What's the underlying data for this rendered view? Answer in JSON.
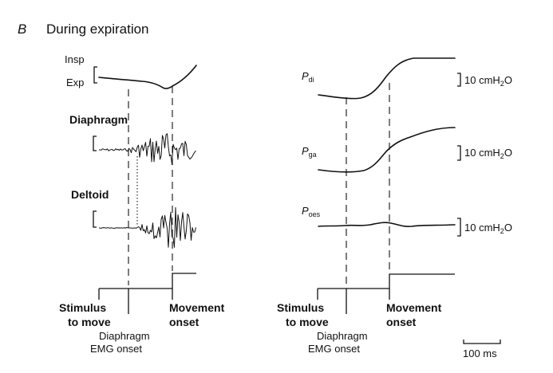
{
  "panel": {
    "letter": "B",
    "title": "During expiration"
  },
  "left": {
    "resp_top": "Insp",
    "resp_bottom": "Exp",
    "muscle1": "Diaphragm",
    "muscle2": "Deltoid",
    "marker_stimulus": [
      "Stimulus",
      "to move"
    ],
    "marker_emg": [
      "Diaphragm",
      "EMG onset"
    ],
    "marker_movement": [
      "Movement",
      "onset"
    ]
  },
  "right": {
    "pdi_symbol": "P",
    "pdi_sub": "di",
    "pga_symbol": "P",
    "pga_sub": "ga",
    "poes_symbol": "P",
    "poes_sub": "oes",
    "scale_value": "10 cmH",
    "scale_sub": "2",
    "scale_end": "O",
    "marker_stimulus": [
      "Stimulus",
      "to move"
    ],
    "marker_emg": [
      "Diaphragm",
      "EMG onset"
    ],
    "marker_movement": [
      "Movement",
      "onset"
    ]
  },
  "time_scale": "100 ms"
}
